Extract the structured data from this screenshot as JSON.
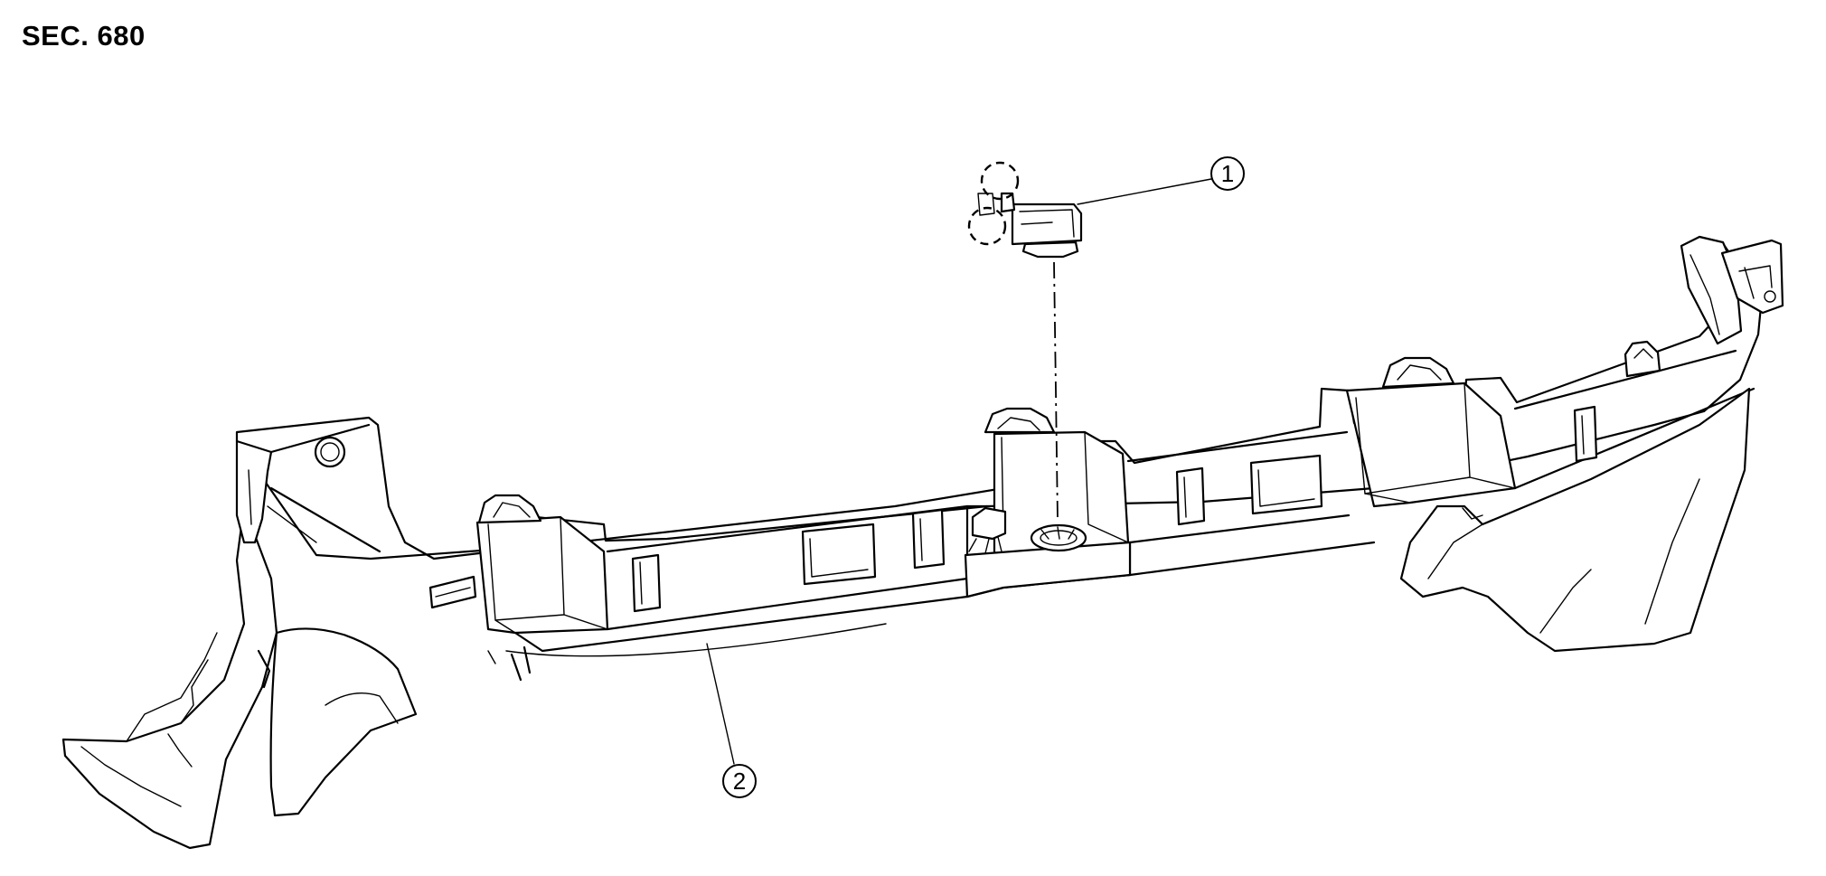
{
  "header": {
    "section": "SEC. 680"
  },
  "callouts": [
    {
      "id": "1",
      "label": "1"
    },
    {
      "id": "2",
      "label": "2"
    }
  ],
  "colors": {
    "line": "#000000",
    "background": "#ffffff"
  }
}
